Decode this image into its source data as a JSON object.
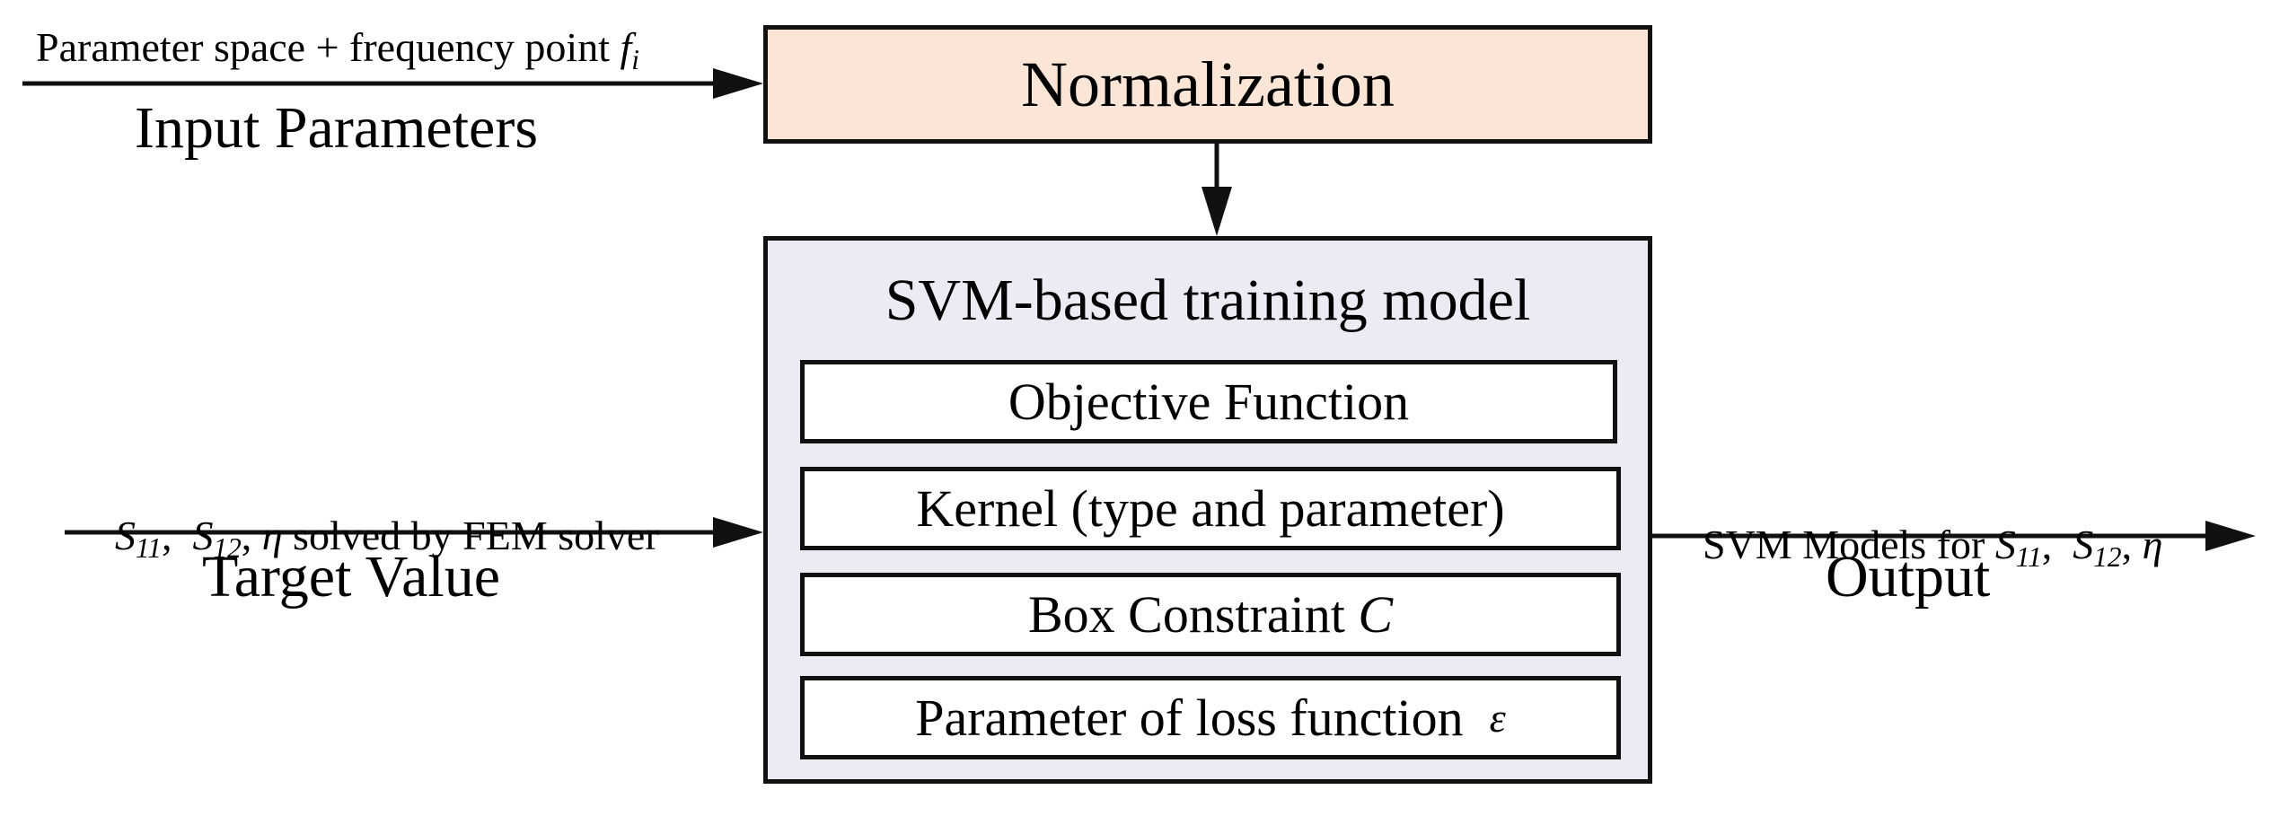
{
  "input": {
    "top_text": "Parameter space + frequency point ",
    "top_symbol": "f",
    "top_symbol_sub": "i",
    "label": "Input Parameters"
  },
  "normalization": {
    "label": "Normalization"
  },
  "svm": {
    "title": "SVM-based training model",
    "items": [
      {
        "text": "Objective Function"
      },
      {
        "text": "Kernel (type and parameter)"
      },
      {
        "text": "Box Constraint ",
        "symbol": "C"
      },
      {
        "text": "Parameter of loss function  ",
        "symbol": "ε"
      }
    ]
  },
  "target": {
    "s11": "S",
    "s11_sub": "11",
    "sep1": ",  ",
    "s12": "S",
    "s12_sub": "12",
    "sep2": ", ",
    "eta": "η",
    "rest": " solved by FEM solver",
    "label": "Target Value"
  },
  "output": {
    "prefix": "SVM Models for ",
    "s11": "S",
    "s11_sub": "11",
    "sep1": ",  ",
    "s12": "S",
    "s12_sub": "12",
    "sep2": ", ",
    "eta": "η",
    "label": "Output"
  },
  "colors": {
    "normalization_fill": "#fbe5d6",
    "svm_fill": "#ecebf4",
    "line": "#111111"
  }
}
